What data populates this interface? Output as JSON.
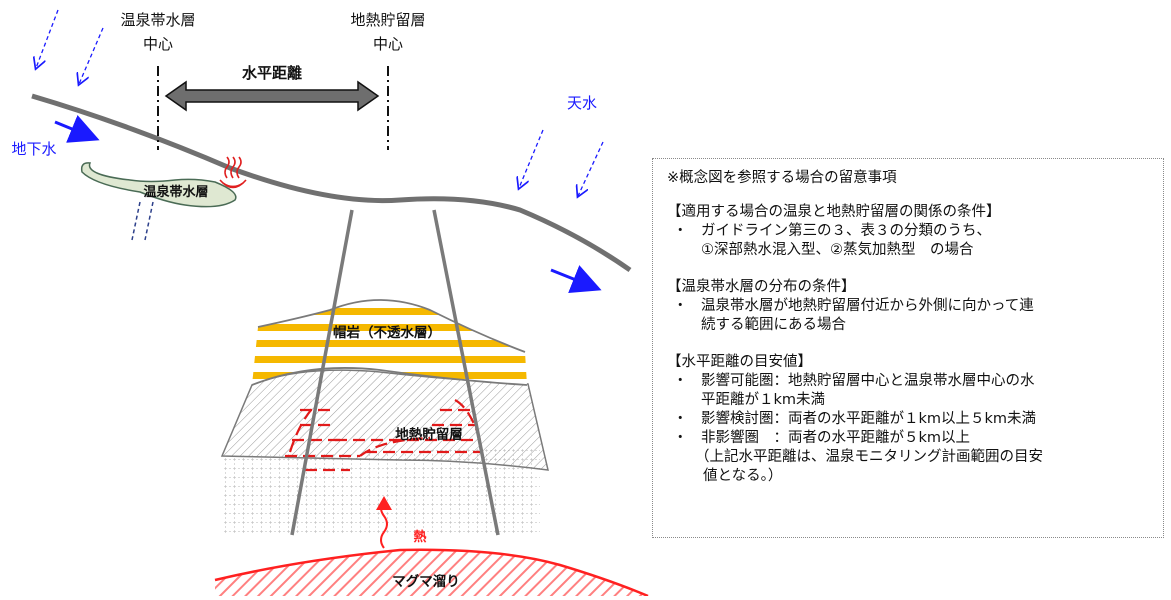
{
  "labels": {
    "onsen_center": "温泉帯水層",
    "onsen_center2": "中心",
    "geo_center": "地熱貯留層",
    "geo_center2": "中心",
    "horizontal_distance": "水平距離",
    "rain": "天水",
    "groundwater": "地下水",
    "onsen_aquifer": "温泉帯水層",
    "caprock": "帽岩（不透水層）",
    "reservoir": "地熱貯留層",
    "heat": "熱",
    "magma": "マグマ溜り"
  },
  "notes": {
    "header": "※概念図を参照する場合の留意事項",
    "sections": [
      {
        "title": "【適用する場合の温泉と地熱貯留層の関係の条件】",
        "bullet_lines": [
          {
            "bullet": "・",
            "text": "ガイドライン第三の３、表３の分類のうち、"
          },
          {
            "bullet": "",
            "text": "①深部熱水混入型、②蒸気加熱型　の場合"
          }
        ]
      },
      {
        "title": "【温泉帯水層の分布の条件】",
        "bullet_lines": [
          {
            "bullet": "・",
            "text": "温泉帯水層が地熱貯留層付近から外側に向かって連"
          },
          {
            "bullet": "",
            "text": "続する範囲にある場合"
          }
        ]
      },
      {
        "title": "【水平距離の目安値】",
        "bullet_lines": [
          {
            "bullet": "・",
            "text": "影響可能圏：地熱貯留層中心と温泉帯水層中心の水"
          },
          {
            "bullet": "",
            "text": "平距離が１km未満"
          },
          {
            "bullet": "・",
            "text": "影響検討圏：両者の水平距離が１km以上５km未満"
          },
          {
            "bullet": "・",
            "text": "非影響圏　：両者の水平距離が５km以上"
          }
        ],
        "note_lines": [
          "（上記水平距離は、温泉モニタリング計画範囲の目安",
          "値となる。）"
        ]
      }
    ]
  },
  "colors": {
    "water_arrow": "#1a1aff",
    "caprock_yellow": "#f5b800",
    "reservoir_red": "#e11a1a",
    "magma_red": "#ff4040",
    "onsen_fill": "#dfe8d2",
    "ground_line": "#707070",
    "onsen_symbol": "#e02020"
  },
  "icons": [
    "onsen-icon",
    "double-arrow-icon",
    "heat-arrow-icon"
  ]
}
